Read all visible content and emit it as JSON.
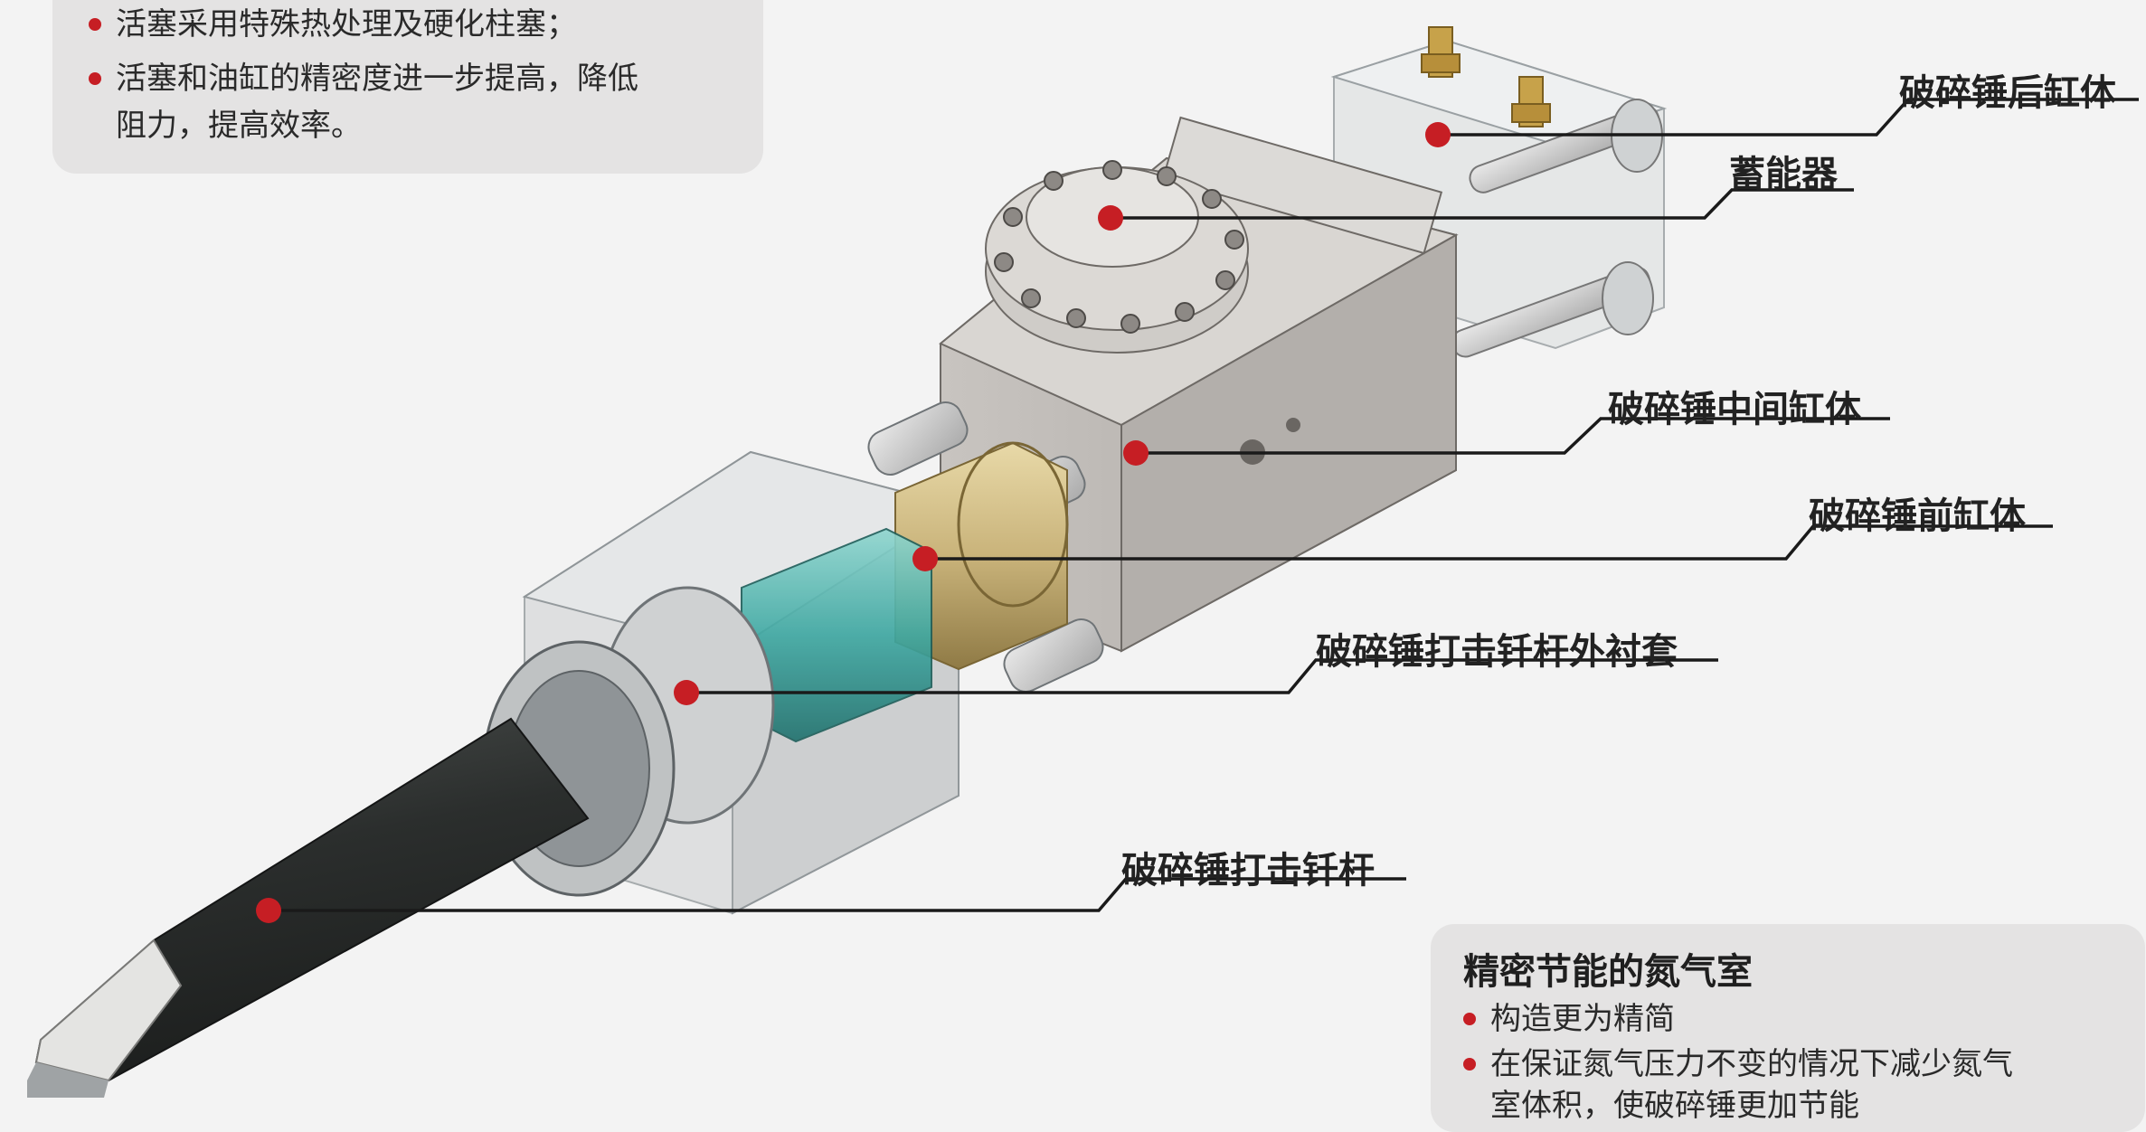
{
  "top_box": {
    "bullets": [
      "活塞采用特殊热处理及硬化柱塞；",
      "活塞和油缸的精密度进一步提高，降低",
      "阻力，提高效率。"
    ]
  },
  "bottom_box": {
    "title": "精密节能的氮气室",
    "bullets": [
      "构造更为精简",
      "在保证氮气压力不变的情况下减少氮气",
      "室体积，使破碎锤更加节能"
    ]
  },
  "callouts": [
    "破碎锤后缸体",
    "蓄能器",
    "破碎锤中间缸体",
    "破碎锤前缸体",
    "破碎锤打击钎杆外衬套",
    "破碎锤打击钎杆"
  ],
  "colors": {
    "marker_red": "#c61e24",
    "leader_line": "#1a1a1a",
    "box_bg": "#e4e3e3",
    "chisel_dark": "#2d302f",
    "housing_transparent": "#d7d9da",
    "brass": "#c9b37a",
    "teal_sleeve": "#3fa9a3"
  }
}
